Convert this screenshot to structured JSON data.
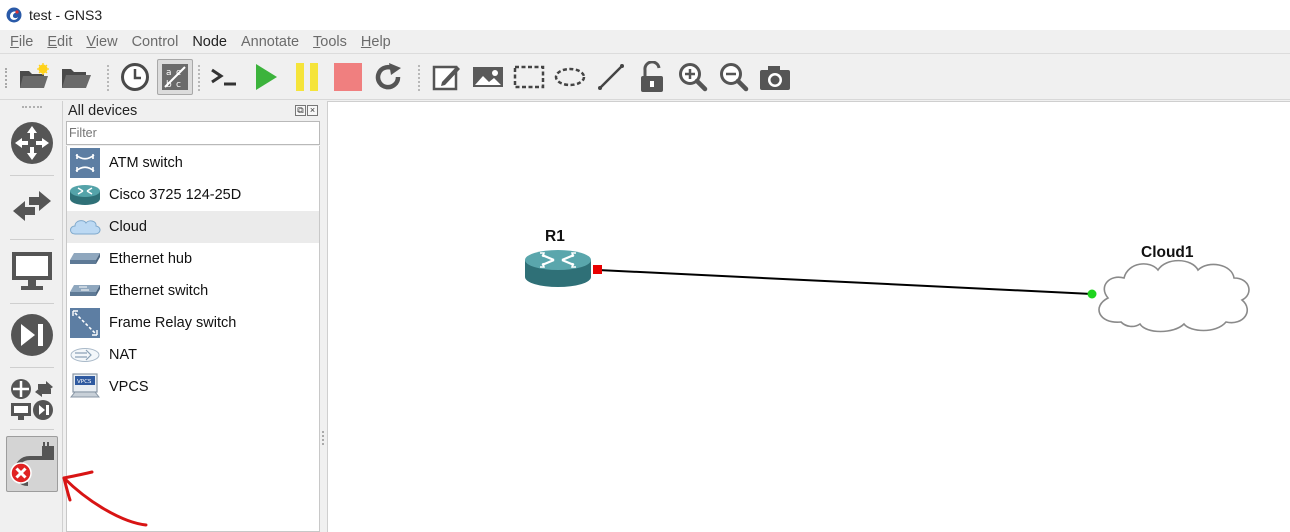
{
  "window": {
    "title": "test - GNS3"
  },
  "menu": [
    {
      "label": "File",
      "accel": "F",
      "rest": "ile",
      "active": false
    },
    {
      "label": "Edit",
      "accel": "E",
      "rest": "dit",
      "active": false
    },
    {
      "label": "View",
      "accel": "V",
      "rest": "iew",
      "active": false
    },
    {
      "label": "Control",
      "accel": "",
      "rest": "Control",
      "active": false
    },
    {
      "label": "Node",
      "accel": "",
      "rest": "Node",
      "active": true
    },
    {
      "label": "Annotate",
      "accel": "",
      "rest": "Annotate",
      "active": false
    },
    {
      "label": "Tools",
      "accel": "T",
      "rest": "ools",
      "active": false
    },
    {
      "label": "Help",
      "accel": "H",
      "rest": "elp",
      "active": false
    }
  ],
  "toolbar": {
    "icons": [
      "new-project-icon",
      "open-project-icon",
      "snapshot-clock-icon",
      "show-interface-labels-icon",
      "console-all-icon",
      "start-all-icon",
      "suspend-all-icon",
      "stop-all-icon",
      "reload-all-icon",
      "add-note-icon",
      "insert-image-icon",
      "draw-rectangle-icon",
      "draw-ellipse-icon",
      "draw-line-icon",
      "lock-items-icon",
      "zoom-in-icon",
      "zoom-out-icon",
      "screenshot-icon"
    ],
    "pressed": "show-interface-labels-icon"
  },
  "left_dock": {
    "buttons": [
      "browse-routers",
      "browse-switches",
      "browse-end-devices",
      "browse-security-devices",
      "browse-all-devices",
      "add-link"
    ],
    "pressed": "add-link"
  },
  "devices_panel": {
    "title": "All devices",
    "filter_placeholder": "Filter",
    "items": [
      {
        "label": "ATM switch",
        "icon": "atm-switch-icon"
      },
      {
        "label": "Cisco 3725 124-25D",
        "icon": "router-icon"
      },
      {
        "label": "Cloud",
        "icon": "cloud-icon",
        "selected": true
      },
      {
        "label": "Ethernet hub",
        "icon": "ethernet-hub-icon"
      },
      {
        "label": "Ethernet switch",
        "icon": "ethernet-switch-icon"
      },
      {
        "label": "Frame Relay switch",
        "icon": "frame-relay-switch-icon"
      },
      {
        "label": "NAT",
        "icon": "nat-icon"
      },
      {
        "label": "VPCS",
        "icon": "vpcs-icon"
      }
    ]
  },
  "topology": {
    "nodes": [
      {
        "name": "R1",
        "type": "router"
      },
      {
        "name": "Cloud1",
        "type": "cloud"
      }
    ],
    "links": [
      {
        "from": "R1",
        "to": "Cloud1",
        "from_status": "stopped",
        "to_status": "started"
      }
    ]
  },
  "colors": {
    "link_stopped": "#e80000",
    "link_started": "#1ed41e",
    "annotation_arrow": "#d81414",
    "router_body": "#3f8c93",
    "start_green": "#3cb33c",
    "suspend_yellow": "#f5e43a",
    "stop_red": "#f07f7f"
  }
}
